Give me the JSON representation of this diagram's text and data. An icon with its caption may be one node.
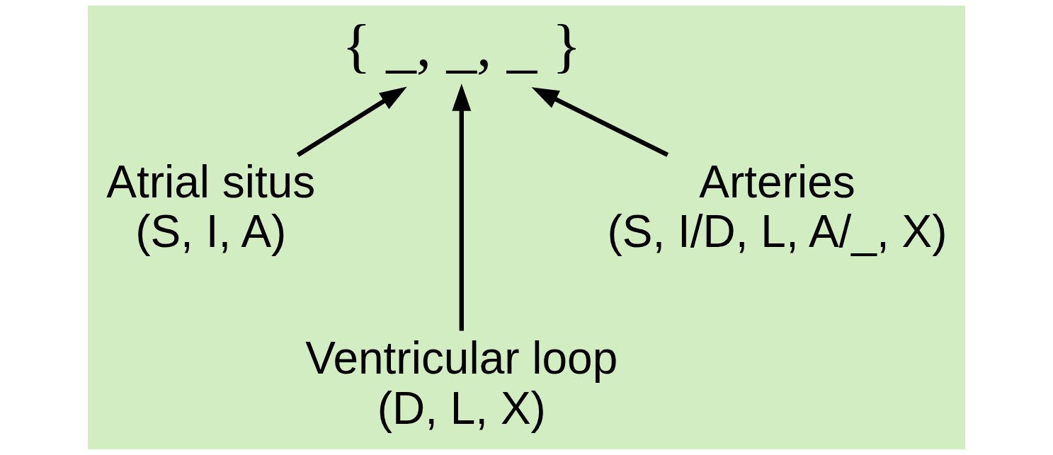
{
  "diagram": {
    "nodes": [
      {
        "text": [
          "{ _, _, _ }"
        ]
      },
      {
        "text": [
          "Atrial situs",
          "(S, I, A)"
        ]
      },
      {
        "text": [
          "Ventricular loop",
          "(D, L, X)"
        ]
      },
      {
        "text": [
          "Arteries",
          "(S, I/D, L, A/_, X)"
        ]
      }
    ],
    "edges": [
      {
        "from": 1,
        "to": 0,
        "arrow": "to"
      },
      {
        "from": 2,
        "to": 0,
        "arrow": "to"
      },
      {
        "from": 3,
        "to": 0,
        "arrow": "to"
      }
    ]
  }
}
